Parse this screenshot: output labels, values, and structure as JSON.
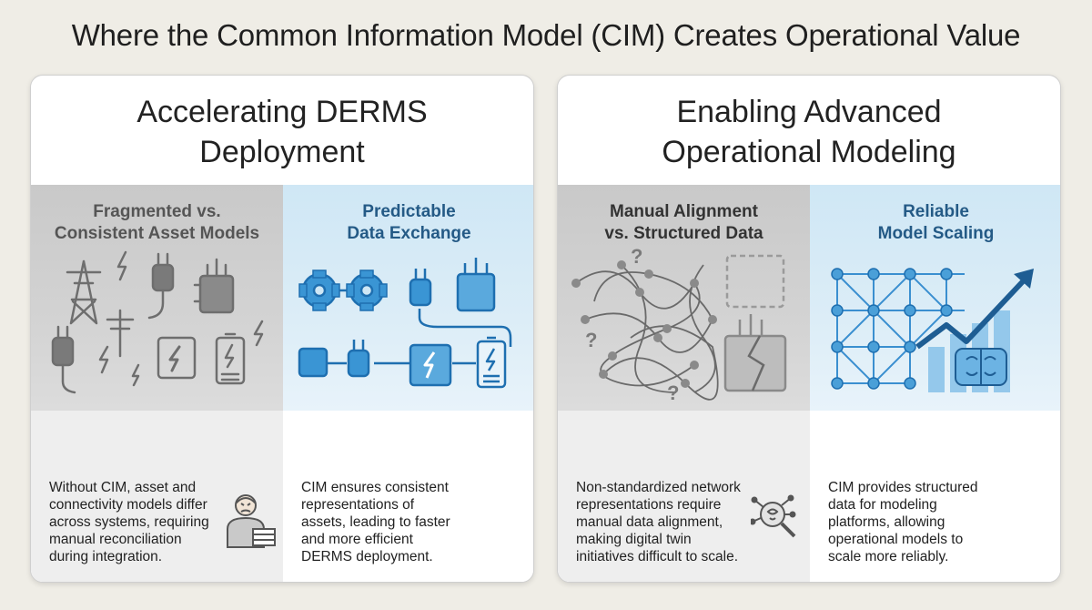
{
  "title": "Where the Common Information Model (CIM) Creates Operational Value",
  "cards": [
    {
      "title_line1": "Accelerating DERMS",
      "title_line2": "Deployment",
      "panels": [
        {
          "title_line1": "Fragmented vs.",
          "title_line2": "Consistent Asset Models",
          "lines": [
            "Without CIM, asset and",
            "connectivity models differ",
            "across systems, requiring",
            "manual reconciliation",
            "during integration."
          ]
        },
        {
          "title_line1": "Predictable",
          "title_line2": "Data Exchange",
          "lines": [
            "CIM ensures consistent",
            "representations of",
            "assets, leading to faster",
            "and more efficient",
            "DERMS deployment."
          ]
        }
      ]
    },
    {
      "title_line1": "Enabling Advanced",
      "title_line2": "Operational Modeling",
      "panels": [
        {
          "title_line1": "Manual Alignment",
          "title_line2": "vs. Structured Data",
          "lines": [
            "Non-standardized network",
            "representations require",
            "manual data alignment,",
            "making digital twin",
            "initiatives difficult to scale."
          ]
        },
        {
          "title_line1": "Reliable",
          "title_line2": "Model Scaling",
          "lines": [
            "CIM provides structured",
            "data for modeling",
            "platforms, allowing",
            "operational models to",
            "scale more reliably."
          ]
        }
      ]
    }
  ],
  "colors": {
    "gray_panel": "#c9c9c9",
    "blue_panel": "#cfe7f5",
    "blue_icon": "#2f8fd0",
    "gray_icon": "#6e6e6e",
    "accent_dark_blue": "#1e5d93"
  }
}
